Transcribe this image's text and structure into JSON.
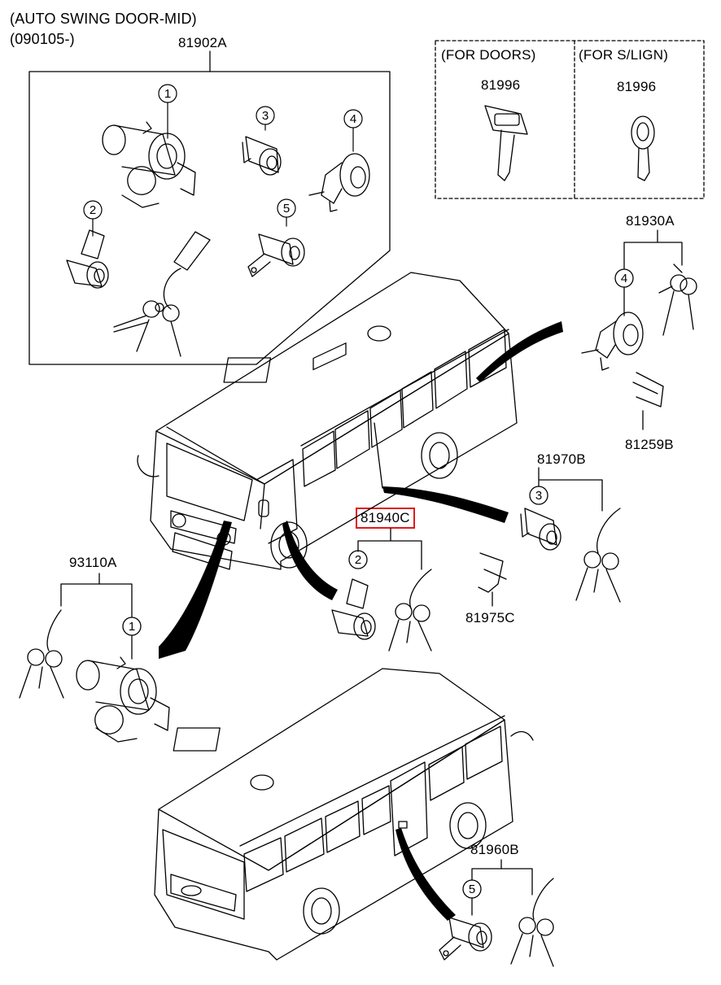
{
  "header": {
    "title": "(AUTO SWING DOOR-MID)",
    "serial": "(090105-)"
  },
  "part_numbers": {
    "kit_main": "81902A",
    "key_doors": "81996",
    "key_slign": "81996",
    "rear_lock": "81930A",
    "rear_clip": "81259B",
    "side_lock": "81970B",
    "side_clip": "81975C",
    "front_door_lock": "81940C",
    "ignition": "93110A",
    "swing_door_lock": "81960B"
  },
  "key_boxes": {
    "doors_label": "(FOR DOORS)",
    "slign_label": "(FOR S/LIGN)"
  },
  "callouts": [
    "1",
    "2",
    "3",
    "4",
    "5"
  ],
  "highlight_color": "#e0191b"
}
